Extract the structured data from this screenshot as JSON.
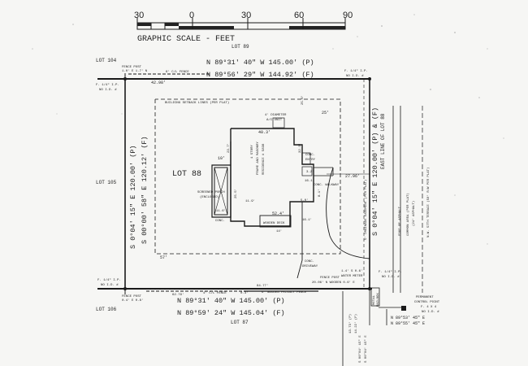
{
  "scale": {
    "ticks": [
      "30",
      "0",
      "30",
      "60",
      "90"
    ],
    "caption": "GRAPHIC SCALE - FEET"
  },
  "lots": {
    "north": "LOT 89",
    "lot104": "LOT 104",
    "lot105": "LOT 105",
    "lot106": "LOT 106",
    "south": "LOT 87",
    "main": "LOT 88"
  },
  "north_line": {
    "fence_post": "FENCE POST",
    "fence_post_offset": "1.0' E 1.7' N",
    "cl_fence": "6' C/L FENCE",
    "bearing_p": "N 89°31' 40\" W  145.00' (P)",
    "bearing_f": "N 89°56' 29\" W  144.92' (F)",
    "ir_nw": "F. 1/4\" I.P.",
    "ir_nw_no": "NO I.D. #",
    "ir_ne": "F. 1/4\" I.P.",
    "ir_ne_no": "NO I.D. #",
    "dist_west": "42.98'"
  },
  "setback": "BUILDING SETBACK LINES (PER PLAT)",
  "west_line": {
    "bearing_p": "S 0°04' 15\" E  120.00' (P)",
    "bearing_f": "S 00°00' 58\" E  120.12' (F)",
    "dist_south": "57'"
  },
  "east_line": {
    "bearing_p": "S 0°04' 15\" E  120.00' (P) & (F)",
    "label": "EAST LINE OF LOT 88",
    "dist_top": "25.6'",
    "dist_top2": "25'",
    "dist_mid": "27.96'"
  },
  "house": {
    "label_1": "1 STORY",
    "label_2": "FRAME AND MASONRY",
    "label_3": "RESIDENCE # 5838",
    "ac_unit_1": "4' DIAMETER",
    "ac_unit_2": "A/C UNIT",
    "dim_top": "40.3'",
    "dim_left": "23.7'",
    "dim_side": "32.3'",
    "dim_west": "25.5'",
    "dim_inner": "11.9'",
    "dim_bottom": "52.4'",
    "dim_right": "16.1'",
    "dim_stoop": "5.0'",
    "dim_walk": "16.1'",
    "dim_walk2": "8.1'",
    "dim_porch_w": "10'",
    "dim_conc": "3.2'",
    "conc_entry_1": "CONC.",
    "conc_entry_2": "ENTRY",
    "conc_walkway": "CONC. WALKWAY",
    "conc": "CONC.",
    "porch_1": "SCREENED PORCH",
    "porch_2": "(ENCLOSED)",
    "porch_dim": "11.6'",
    "deck": "WOODEN DECK",
    "deck_dim": "14'",
    "driveway_1": "CONC.",
    "driveway_2": "DRIVEWAY"
  },
  "street": {
    "edge_asphalt": "EDGE OF ASPHALT",
    "common_area_1": "COMMON AREA (PER PLAT)",
    "common_area_2": "(24' ASPHALT)",
    "terrace": "N.W. 57TH TERRACE (50' R/W PER PLAT)",
    "drainage": "5' DRAINAGE EASEMENT (PER PLAT)"
  },
  "south_line": {
    "fence_post_w": "FENCE POST",
    "fence_post_w_off": "0.4' E 0.8'",
    "dist_west": "62.79'",
    "cl_fence": "4' C/L FENCE",
    "offset": "0.3'",
    "privacy_fence": "6' WOODEN PRIVACY FENCE",
    "privacy_dim": "84.77'",
    "fence_post_e": "FENCE POST",
    "fence_post_e_off": "20.06' N WOODEN 0.6' E",
    "water_meter_1": "1.4' S 0.6'",
    "water_meter_2": "WATER METER",
    "bearing_p": "N 89°31' 40\" W  145.00' (P)",
    "bearing_f": "N 89°59' 24\" W  145.04' (F)",
    "ir_sw": "F. 1/4\" I.P.",
    "ir_sw_no": "NO I.D. #",
    "ir_se": "F. 1/4\" I.P.",
    "ir_se_no": "NO I.D. #",
    "dist_e1": "13.73' (P)",
    "dist_e2": "14.22' (F)",
    "mailbox_1": "METAL",
    "mailbox_2": "MAILBOX"
  },
  "control": {
    "label_1": "PERMANENT",
    "label_2": "CONTROL POINT",
    "label_3": "F. 4 X 4",
    "label_4": "NO I.D. #",
    "bearing_1": "N 89°53' 45\" E",
    "bearing_2": "N 89°55' 45\" E",
    "bearing_3": "S 00°04' 15\" E",
    "bearing_4": "S 00°04' 15\" E"
  }
}
